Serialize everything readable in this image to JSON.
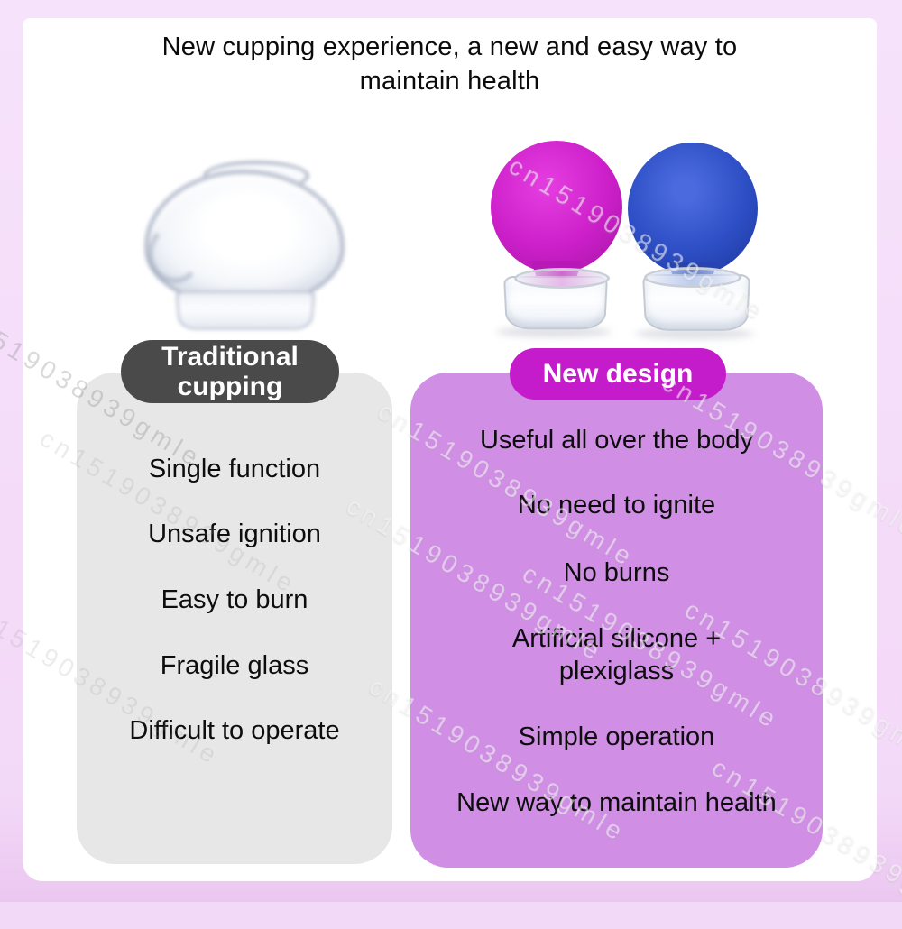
{
  "title": "New cupping experience, a new and easy way to maintain health",
  "watermark": {
    "text": "cn1519038939gmle"
  },
  "traditional": {
    "badge": "Traditional cupping",
    "items": [
      "Single function",
      "Unsafe ignition",
      "Easy to burn",
      "Fragile glass",
      "Difficult to operate"
    ]
  },
  "new_design": {
    "badge": "New design",
    "items": [
      "Useful all over the body",
      "No need to ignite",
      "No burns",
      "Artificial silicone + plexiglass",
      "Simple operation",
      "New way to maintain health"
    ]
  },
  "colors": {
    "frame_border": "#f3d9f8",
    "sheet": "#ffffff",
    "traditional_panel": "#e8e7e8",
    "traditional_badge": "#4a4a4a",
    "new_panel": "#d08fe5",
    "new_badge": "#c41bcb",
    "ball_magenta": "#cd20ca",
    "ball_blue": "#2d4ec4"
  }
}
